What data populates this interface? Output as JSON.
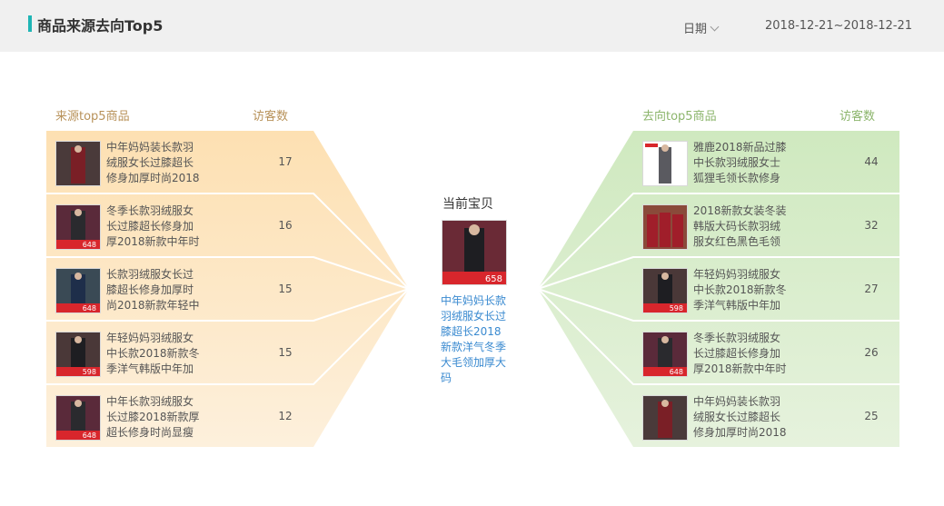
{
  "header": {
    "title": "商品来源去向Top5",
    "date_label": "日期",
    "date_range": "2018-12-21~2018-12-21"
  },
  "source": {
    "heading": "来源top5商品",
    "count_heading": "访客数",
    "items": [
      {
        "name": "中年妈妈装长款羽绒服女长过膝超长修身加厚时尚2018",
        "count": "17",
        "price": ""
      },
      {
        "name": "冬季长款羽绒服女长过膝超长修身加厚2018新款中年时",
        "count": "16",
        "price": "648"
      },
      {
        "name": "长款羽绒服女长过膝超长修身加厚时尚2018新款年轻中",
        "count": "15",
        "price": "648"
      },
      {
        "name": "年轻妈妈羽绒服女中长款2018新款冬季洋气韩版中年加",
        "count": "15",
        "price": "598"
      },
      {
        "name": "中年长款羽绒服女长过膝2018新款厚超长修身时尚显瘦",
        "count": "12",
        "price": "648"
      }
    ]
  },
  "current": {
    "heading": "当前宝贝",
    "name": "中年妈妈长款羽绒服女长过膝超长2018新款洋气冬季大毛领加厚大码",
    "price": "658"
  },
  "destination": {
    "heading": "去向top5商品",
    "count_heading": "访客数",
    "items": [
      {
        "name": "雅鹿2018新品过膝中长款羽绒服女士狐狸毛领长款修身",
        "count": "44",
        "price": ""
      },
      {
        "name": "2018新款女装冬装韩版大码长款羽绒服女红色黑色毛领",
        "count": "32",
        "price": ""
      },
      {
        "name": "年轻妈妈羽绒服女中长款2018新款冬季洋气韩版中年加",
        "count": "27",
        "price": "598"
      },
      {
        "name": "冬季长款羽绒服女长过膝超长修身加厚2018新款中年时",
        "count": "26",
        "price": "648"
      },
      {
        "name": "中年妈妈装长款羽绒服女长过膝超长修身加厚时尚2018",
        "count": "25",
        "price": ""
      }
    ]
  },
  "colors": {
    "accent": "#1fb5b5",
    "source_fill": "#fde4bd",
    "destination_fill": "#d4ecc5",
    "source_heading": "#b8925a",
    "destination_heading": "#8cb56c",
    "link": "#3a8ad0"
  }
}
